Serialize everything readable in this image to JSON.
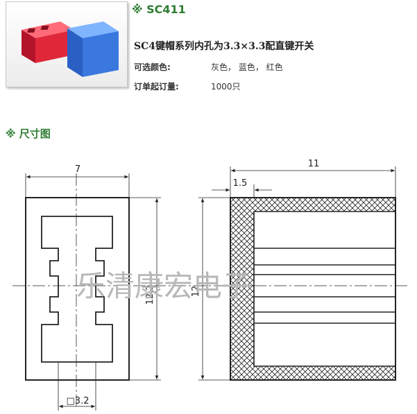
{
  "product": {
    "code_label": "※ SC411",
    "description": "SC4键帽系列内孔为3.3×3.3配直键开关",
    "colors_label": "可选颜色:",
    "colors_value": "灰色， 蓝色， 红色",
    "moq_label": "订单起订量:",
    "moq_value": "1000只"
  },
  "section": {
    "title": "※ 尺寸图"
  },
  "drawing": {
    "front_width": "7",
    "front_height": "12.2",
    "hole_size": "□3.2",
    "side_length": "11",
    "side_height": "12",
    "wall": "1.5",
    "watermark": "乐清康宏电子"
  },
  "colors": {
    "accent": "#2e7d32",
    "cap_red": "#e0283a",
    "cap_blue": "#3a78e0"
  }
}
